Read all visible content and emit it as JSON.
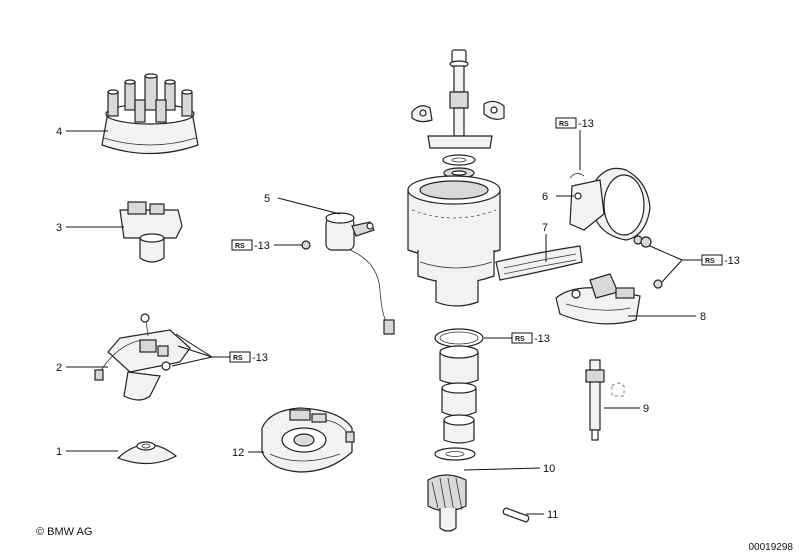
{
  "callouts": {
    "c1": "1",
    "c2": "2",
    "c3": "3",
    "c4": "4",
    "c5": "5",
    "c6": "6",
    "c7": "7",
    "c8": "8",
    "c9": "9",
    "c10": "10",
    "c11": "11",
    "c12": "12"
  },
  "rs_badges": [
    {
      "code": "RS",
      "num": "-13"
    },
    {
      "code": "RS",
      "num": "-13"
    },
    {
      "code": "RS",
      "num": "-13"
    },
    {
      "code": "RS",
      "num": "-13"
    },
    {
      "code": "RS",
      "num": "-13"
    }
  ],
  "footer": {
    "copyright": "© BMW AG",
    "doc_number": "00019298"
  }
}
